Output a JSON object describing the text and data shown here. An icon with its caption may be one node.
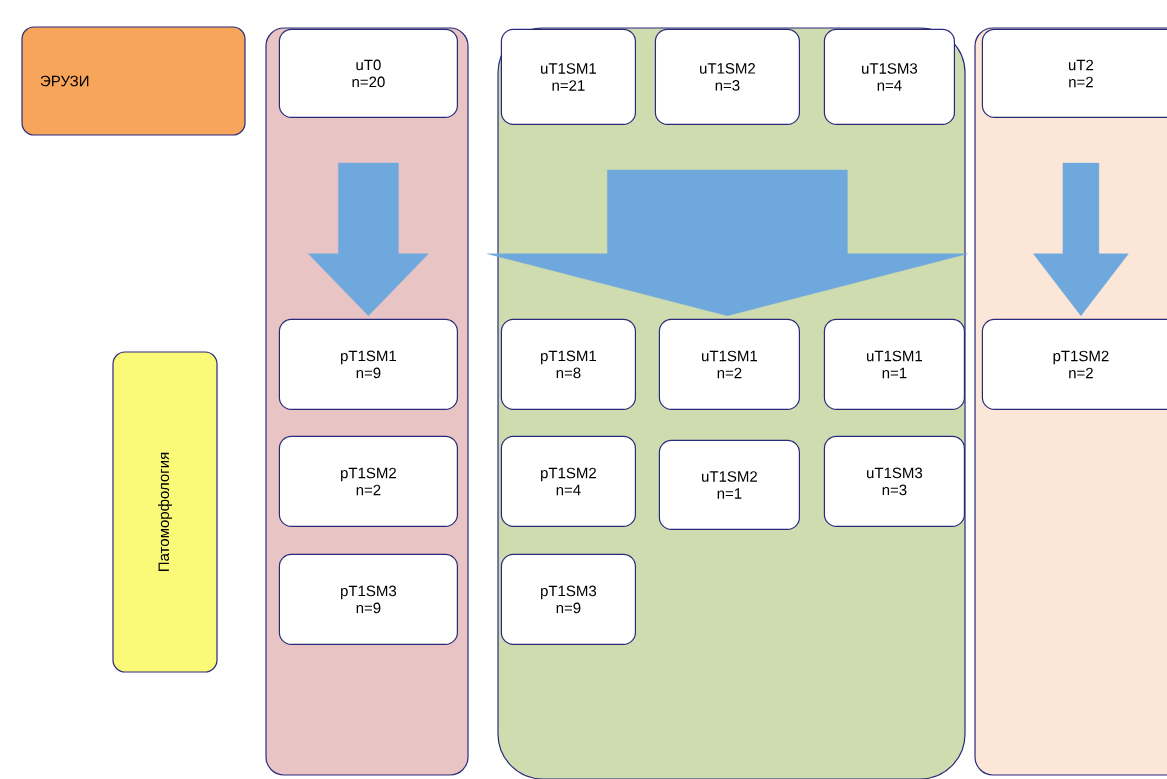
{
  "diagram": {
    "nodes": [
      {
        "text": [
          "ЭРУЗИ"
        ]
      },
      {
        "text": [
          "Патоморфология"
        ]
      },
      {
        "text": [],
        "shape": "box"
      },
      {
        "text": [],
        "shape": "box"
      },
      {
        "text": [],
        "shape": "box"
      },
      {
        "text": [
          "uT0 n=20"
        ],
        "in": 2
      },
      {
        "text": [
          "uT1SM1 n=21"
        ],
        "in": 3
      },
      {
        "text": [
          "uT1SM2 n=3"
        ],
        "in": 3
      },
      {
        "text": [
          "uT1SM3 n=4"
        ],
        "in": 3
      },
      {
        "text": [
          "uT2 n=2"
        ],
        "in": 4
      },
      {
        "text": [
          "pT1SM1 n=9"
        ],
        "in": 2
      },
      {
        "text": [
          "pT1SM2 n=2"
        ],
        "in": 2
      },
      {
        "text": [
          "pT1SM3 n=9"
        ],
        "in": 2
      },
      {
        "text": [
          "pT1SM1 n=8"
        ],
        "in": 3
      },
      {
        "text": [
          "uT1SM1 n=2"
        ],
        "in": 3
      },
      {
        "text": [
          "uT1SM1 n=1"
        ],
        "in": 3
      },
      {
        "text": [
          "pT1SM2 n=4"
        ],
        "in": 3
      },
      {
        "text": [
          "uT1SM2 n=1"
        ],
        "in": 3
      },
      {
        "text": [
          "uT1SM3 n=3"
        ],
        "in": 3
      },
      {
        "text": [
          "pT1SM3 n=9"
        ],
        "in": 3
      },
      {
        "text": [
          "pT1SM2 n=2"
        ],
        "in": 4
      }
    ],
    "edges": [
      {
        "from": 5,
        "to": 10,
        "arrow": "to"
      },
      {
        "from": 7,
        "to": 14,
        "arrow": "to",
        "style": "thick"
      },
      {
        "from": 9,
        "to": 20,
        "arrow": "to"
      }
    ]
  }
}
